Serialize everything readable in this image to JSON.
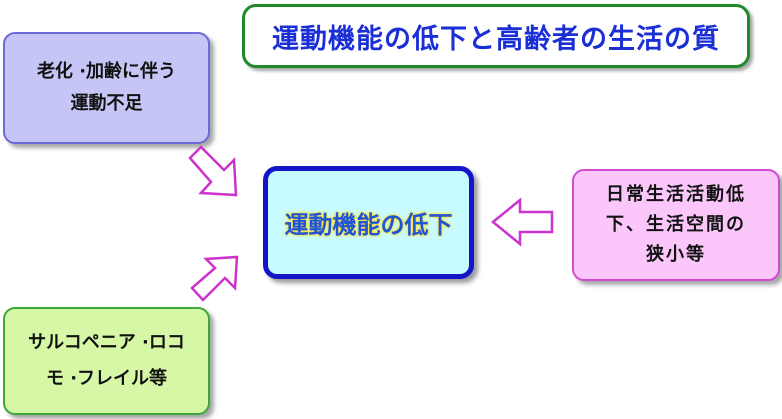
{
  "title": "運動機能の低下と高齢者の生活の質",
  "boxes": {
    "top_left": "老化 ·加齢に伴う\n運動不足",
    "center": "運動機能の低下",
    "right": "日常生活活動低\n下、生活空間の\n狭小等",
    "bottom_left": "サルコペニア ·ロコ\nモ ·フレイル等"
  },
  "colors": {
    "title_text": "#1a2fd6",
    "title_border": "#1f8a2a",
    "center_fill": "#c8fbff",
    "center_border": "#1414c8",
    "top_left_fill": "#c6c6f6",
    "right_fill": "#fbc7fb",
    "bottom_left_fill": "#d6f8a6",
    "arrow_stroke": "#cc33cc"
  }
}
